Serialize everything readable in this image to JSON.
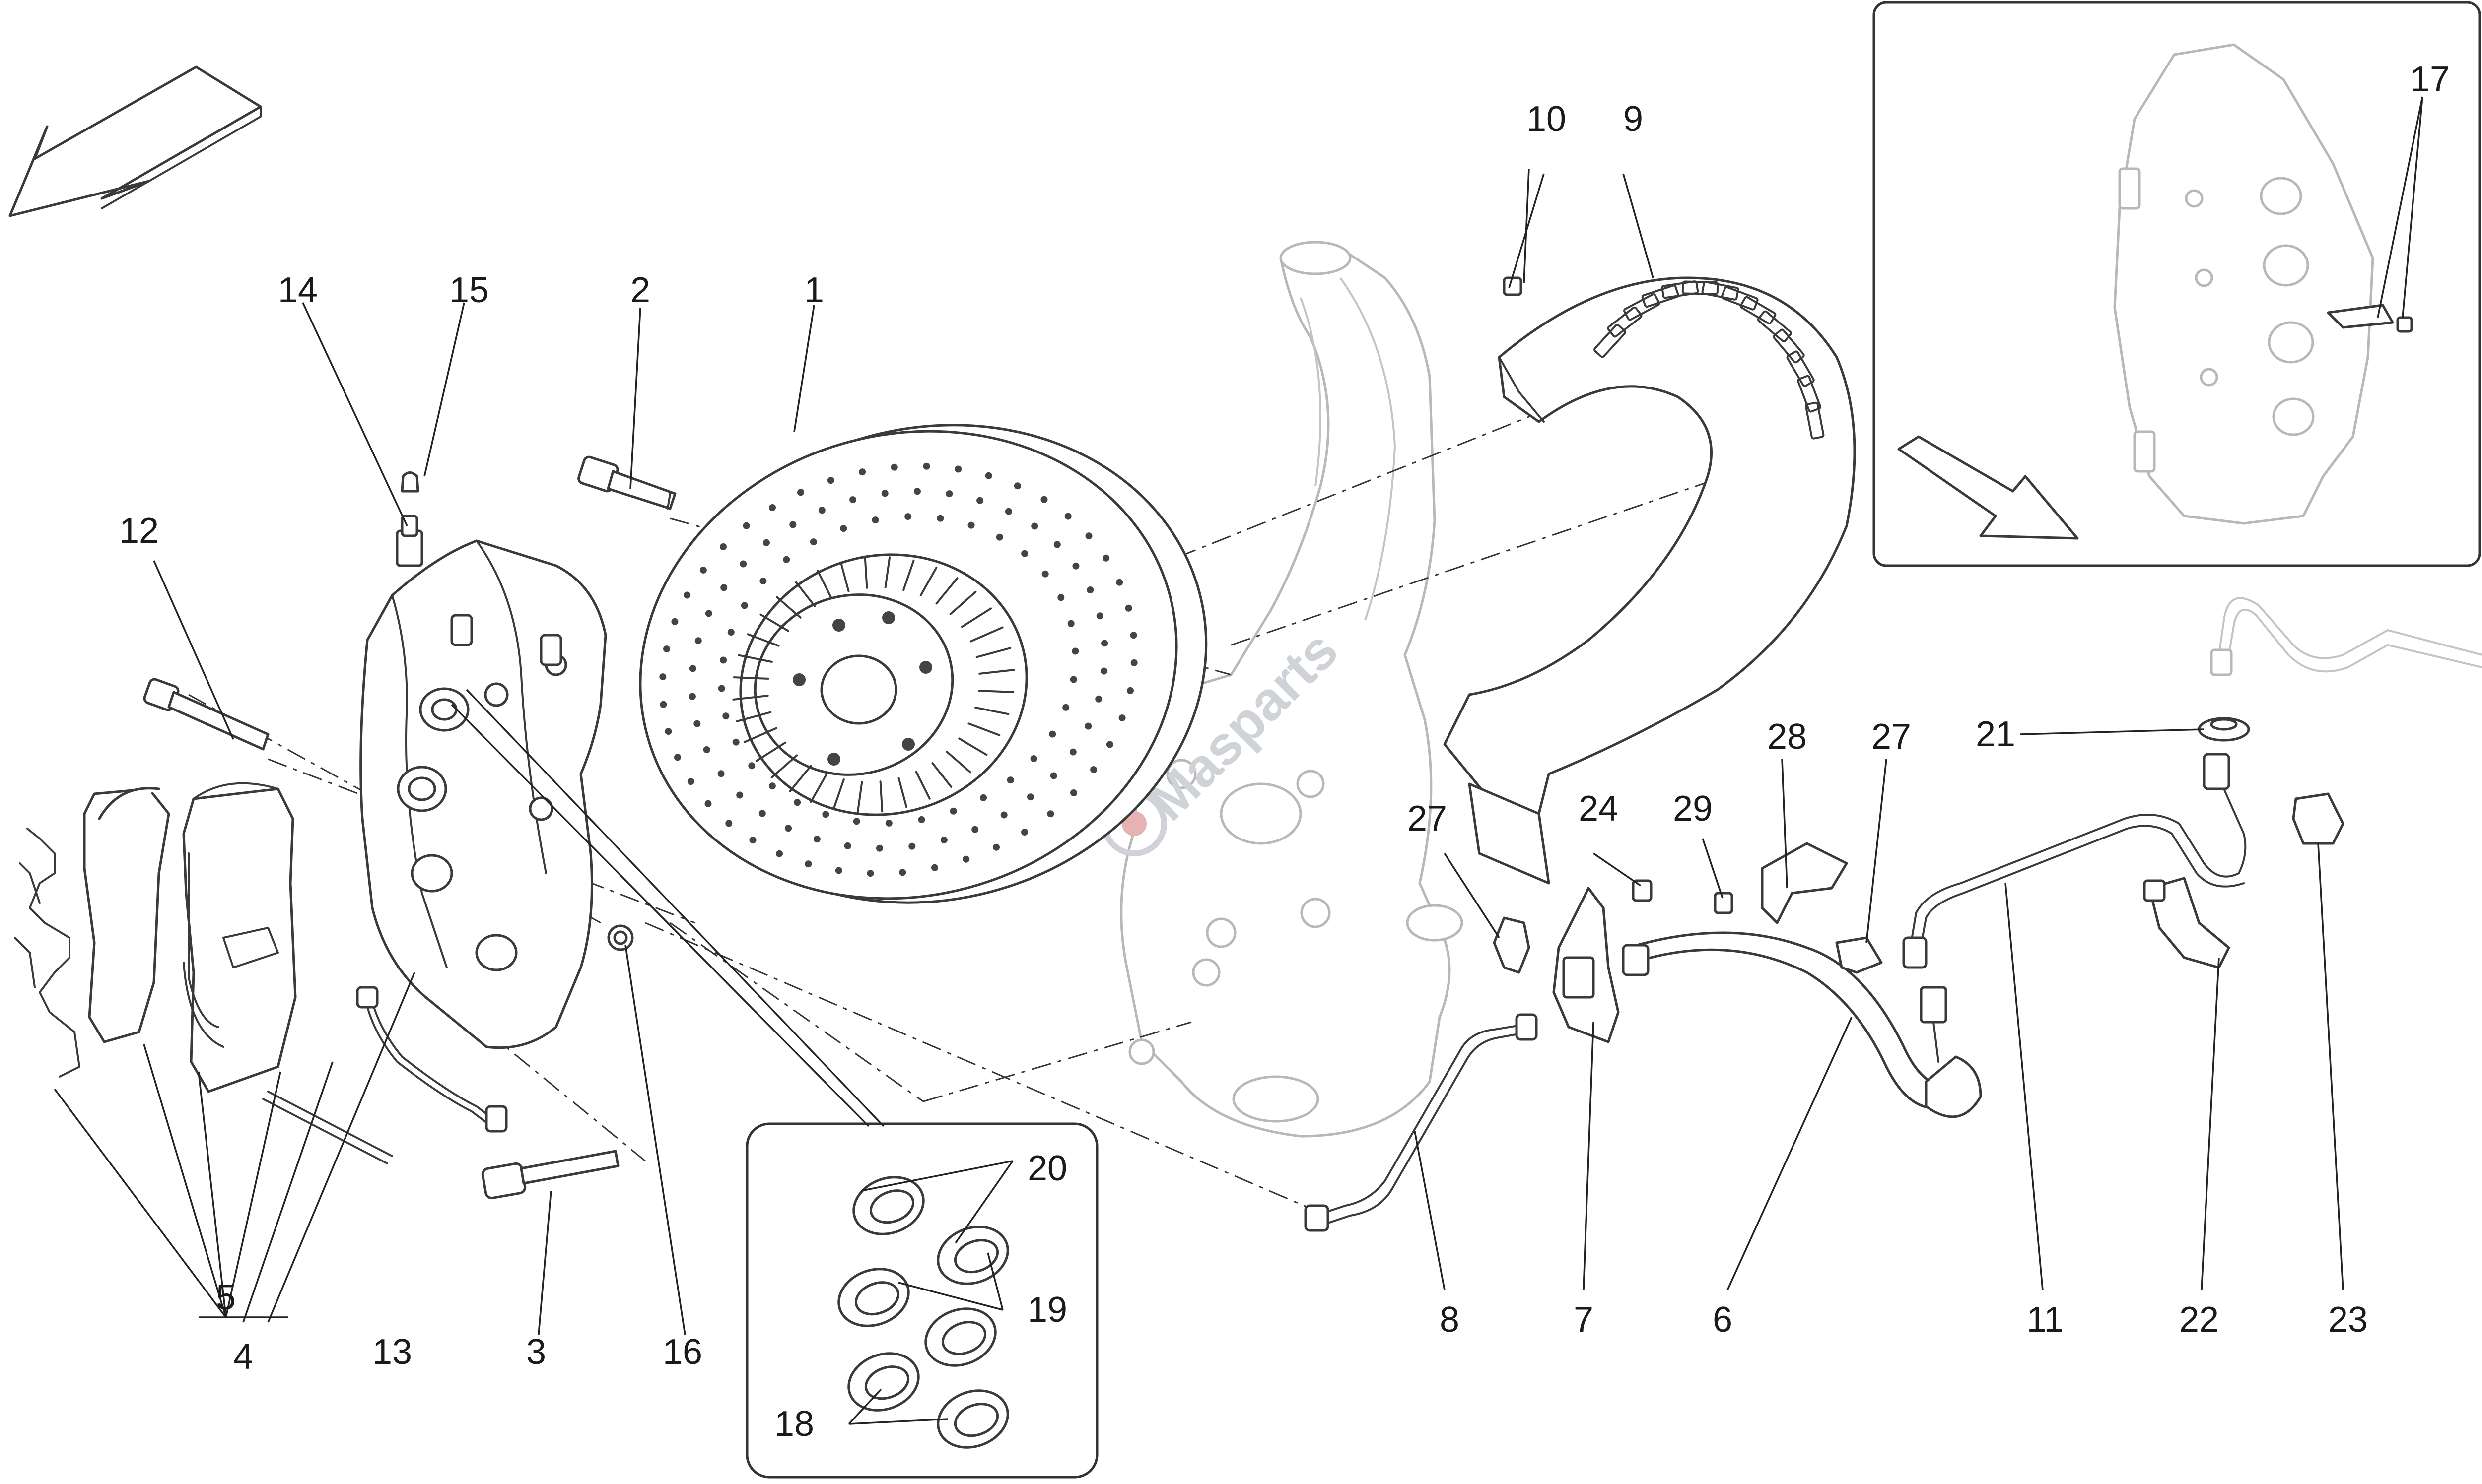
{
  "watermark": "Masparts",
  "callouts": [
    {
      "id": "c1",
      "label": "1"
    },
    {
      "id": "c2",
      "label": "2"
    },
    {
      "id": "c3",
      "label": "3"
    },
    {
      "id": "c4",
      "label": "4"
    },
    {
      "id": "c5",
      "label": "5"
    },
    {
      "id": "c6",
      "label": "6"
    },
    {
      "id": "c7",
      "label": "7"
    },
    {
      "id": "c8",
      "label": "8"
    },
    {
      "id": "c9",
      "label": "9"
    },
    {
      "id": "c10",
      "label": "10"
    },
    {
      "id": "c11",
      "label": "11"
    },
    {
      "id": "c12",
      "label": "12"
    },
    {
      "id": "c13",
      "label": "13"
    },
    {
      "id": "c14",
      "label": "14"
    },
    {
      "id": "c15",
      "label": "15"
    },
    {
      "id": "c16",
      "label": "16"
    },
    {
      "id": "c17",
      "label": "17"
    },
    {
      "id": "c18",
      "label": "18"
    },
    {
      "id": "c19",
      "label": "19"
    },
    {
      "id": "c20",
      "label": "20"
    },
    {
      "id": "c21",
      "label": "21"
    },
    {
      "id": "c22",
      "label": "22"
    },
    {
      "id": "c23",
      "label": "23"
    },
    {
      "id": "c24",
      "label": "24"
    },
    {
      "id": "c27a",
      "label": "27"
    },
    {
      "id": "c27b",
      "label": "27"
    },
    {
      "id": "c28",
      "label": "28"
    },
    {
      "id": "c29",
      "label": "29"
    }
  ]
}
